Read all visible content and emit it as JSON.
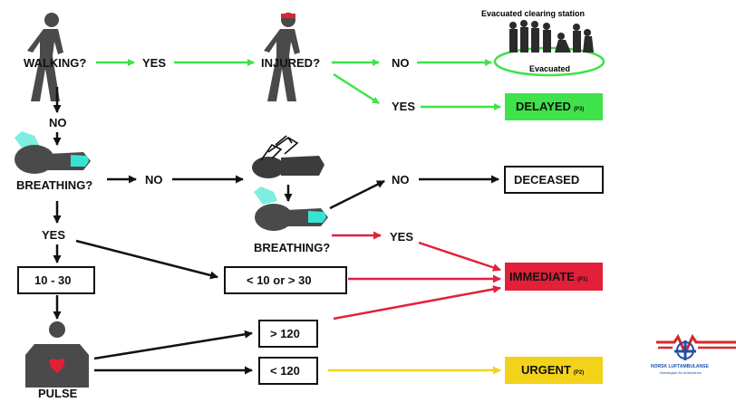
{
  "colors": {
    "green": "#3fe24a",
    "red": "#e2203a",
    "yellow": "#f2d21a",
    "black": "#111111",
    "teal": "#39e3d2",
    "figure": "#4a4a4a",
    "logo_red": "#d62828",
    "logo_blue": "#1f4fa8"
  },
  "labels": {
    "walking": "WALKING?",
    "yes_walking": "YES",
    "injured": "INJURED?",
    "no_injured": "NO",
    "yes_injured": "YES",
    "no_walking": "NO",
    "breathing1": "BREATHING?",
    "no_breathing1": "NO",
    "yes_breathing1": "YES",
    "breathing2": "BREATHING?",
    "no_breathing2": "NO",
    "yes_breathing2": "YES",
    "pulse": "PULSE",
    "clearing_station": "Evacuated clearing station",
    "evacuated": "Evacuated"
  },
  "boxes": {
    "delayed": "DELAYED",
    "delayed_code": "(P3)",
    "deceased": "DECEASED",
    "immediate": "IMMEDIATE",
    "immediate_code": "(P1)",
    "urgent": "URGENT",
    "urgent_code": "(P2)",
    "rate_normal": "10 - 30",
    "rate_abnormal": "< 10 or > 30",
    "pulse_high": "> 120",
    "pulse_low": "< 120"
  },
  "icons": {
    "walker1": "walking-person-icon",
    "walker2": "injured-walking-person-icon",
    "crowd": "evacuated-group-icon",
    "lying1": "lying-casualty-icon",
    "lying2": "casualty-airway-icon",
    "lying3": "lying-casualty-icon",
    "torso": "torso-heart-icon",
    "logo": "norsk-luftambulanse-logo"
  },
  "logo": {
    "name": "NORSK LUFTAMBULANSE",
    "tagline": "Norwegian Air Ambulance"
  }
}
